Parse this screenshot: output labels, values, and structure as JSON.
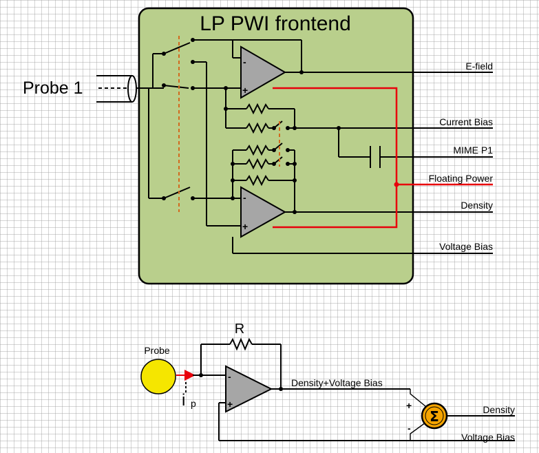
{
  "frontend": {
    "title": "LP PWI frontend",
    "probe_label": "Probe 1",
    "outputs": [
      "E-field",
      "Current Bias",
      "MIME P1",
      "Floating Power",
      "Density",
      "Voltage Bias"
    ]
  },
  "circuit": {
    "resistor_label": "R",
    "probe_label": "Probe",
    "current_label": "i",
    "current_subscript": "p",
    "amp_output_label": "Density+Voltage Bias",
    "sum_symbol": "Σ",
    "plus_sign": "+",
    "minus_sign": "-",
    "outputs": [
      "Density",
      "Voltage Bias"
    ]
  },
  "colors": {
    "frontend_fill": "#b9cf8c",
    "opamp_fill": "#a6a6a6",
    "power_line": "#e8000b",
    "switch_link": "#d2691e",
    "probe_fill": "#f5e600",
    "summer_fill": "#f5a400"
  }
}
